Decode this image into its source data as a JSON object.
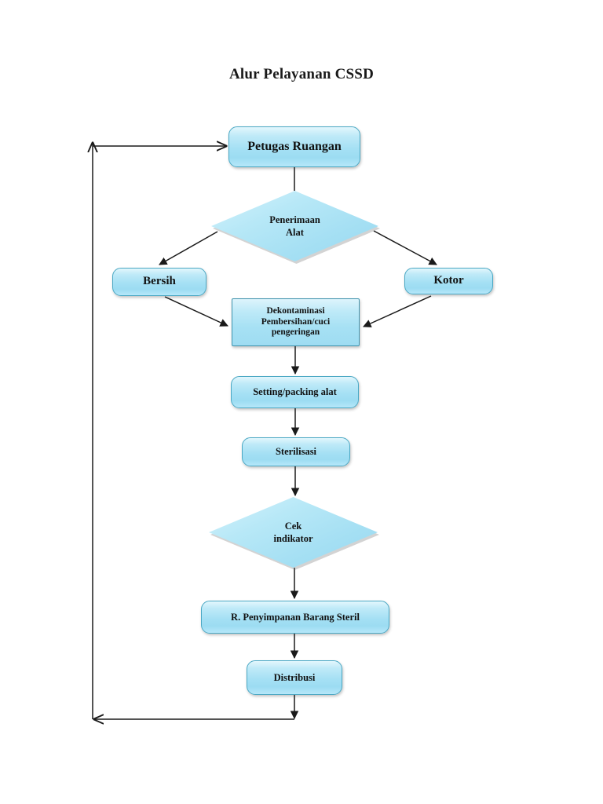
{
  "document": {
    "title": "Alur Pelayanan CSSD",
    "language": "id"
  },
  "theme": {
    "node_fill_light": "#d9f4fc",
    "node_fill": "#a5e0f4",
    "node_border": "#4aa8c4",
    "connector_color": "#1a1a1a",
    "text_color": "#111111",
    "background": "#ffffff"
  },
  "flowchart": {
    "nodes": [
      {
        "id": "petugas-ruangan",
        "label": "Petugas Ruangan",
        "shape": "rounded-rectangle"
      },
      {
        "id": "penerimaan-alat",
        "label": "Penerimaan\nAlat",
        "shape": "diamond"
      },
      {
        "id": "bersih",
        "label": "Bersih",
        "shape": "rounded-rectangle"
      },
      {
        "id": "kotor",
        "label": "Kotor",
        "shape": "rounded-rectangle"
      },
      {
        "id": "dekontaminasi",
        "label": "Dekontaminasi\nPembersihan/cuci\npengeringan",
        "shape": "rectangle"
      },
      {
        "id": "setting-packing",
        "label": "Setting/packing alat",
        "shape": "rounded-rectangle"
      },
      {
        "id": "sterilisasi",
        "label": "Sterilisasi",
        "shape": "rounded-rectangle"
      },
      {
        "id": "cek-indikator",
        "label": "Cek\nindikator",
        "shape": "diamond"
      },
      {
        "id": "penyimpanan",
        "label": "R. Penyimpanan Barang Steril",
        "shape": "rounded-rectangle"
      },
      {
        "id": "distribusi",
        "label": "Distribusi",
        "shape": "rounded-rectangle"
      }
    ],
    "edges": [
      {
        "from": "petugas-ruangan",
        "to": "penerimaan-alat",
        "label": ""
      },
      {
        "from": "penerimaan-alat",
        "to": "bersih",
        "label": ""
      },
      {
        "from": "penerimaan-alat",
        "to": "kotor",
        "label": ""
      },
      {
        "from": "bersih",
        "to": "dekontaminasi",
        "label": ""
      },
      {
        "from": "kotor",
        "to": "dekontaminasi",
        "label": ""
      },
      {
        "from": "dekontaminasi",
        "to": "setting-packing",
        "label": ""
      },
      {
        "from": "setting-packing",
        "to": "sterilisasi",
        "label": ""
      },
      {
        "from": "sterilisasi",
        "to": "cek-indikator",
        "label": ""
      },
      {
        "from": "cek-indikator",
        "to": "penyimpanan",
        "label": ""
      },
      {
        "from": "penyimpanan",
        "to": "distribusi",
        "label": ""
      },
      {
        "from": "distribusi",
        "to": "petugas-ruangan",
        "label": ""
      }
    ]
  }
}
